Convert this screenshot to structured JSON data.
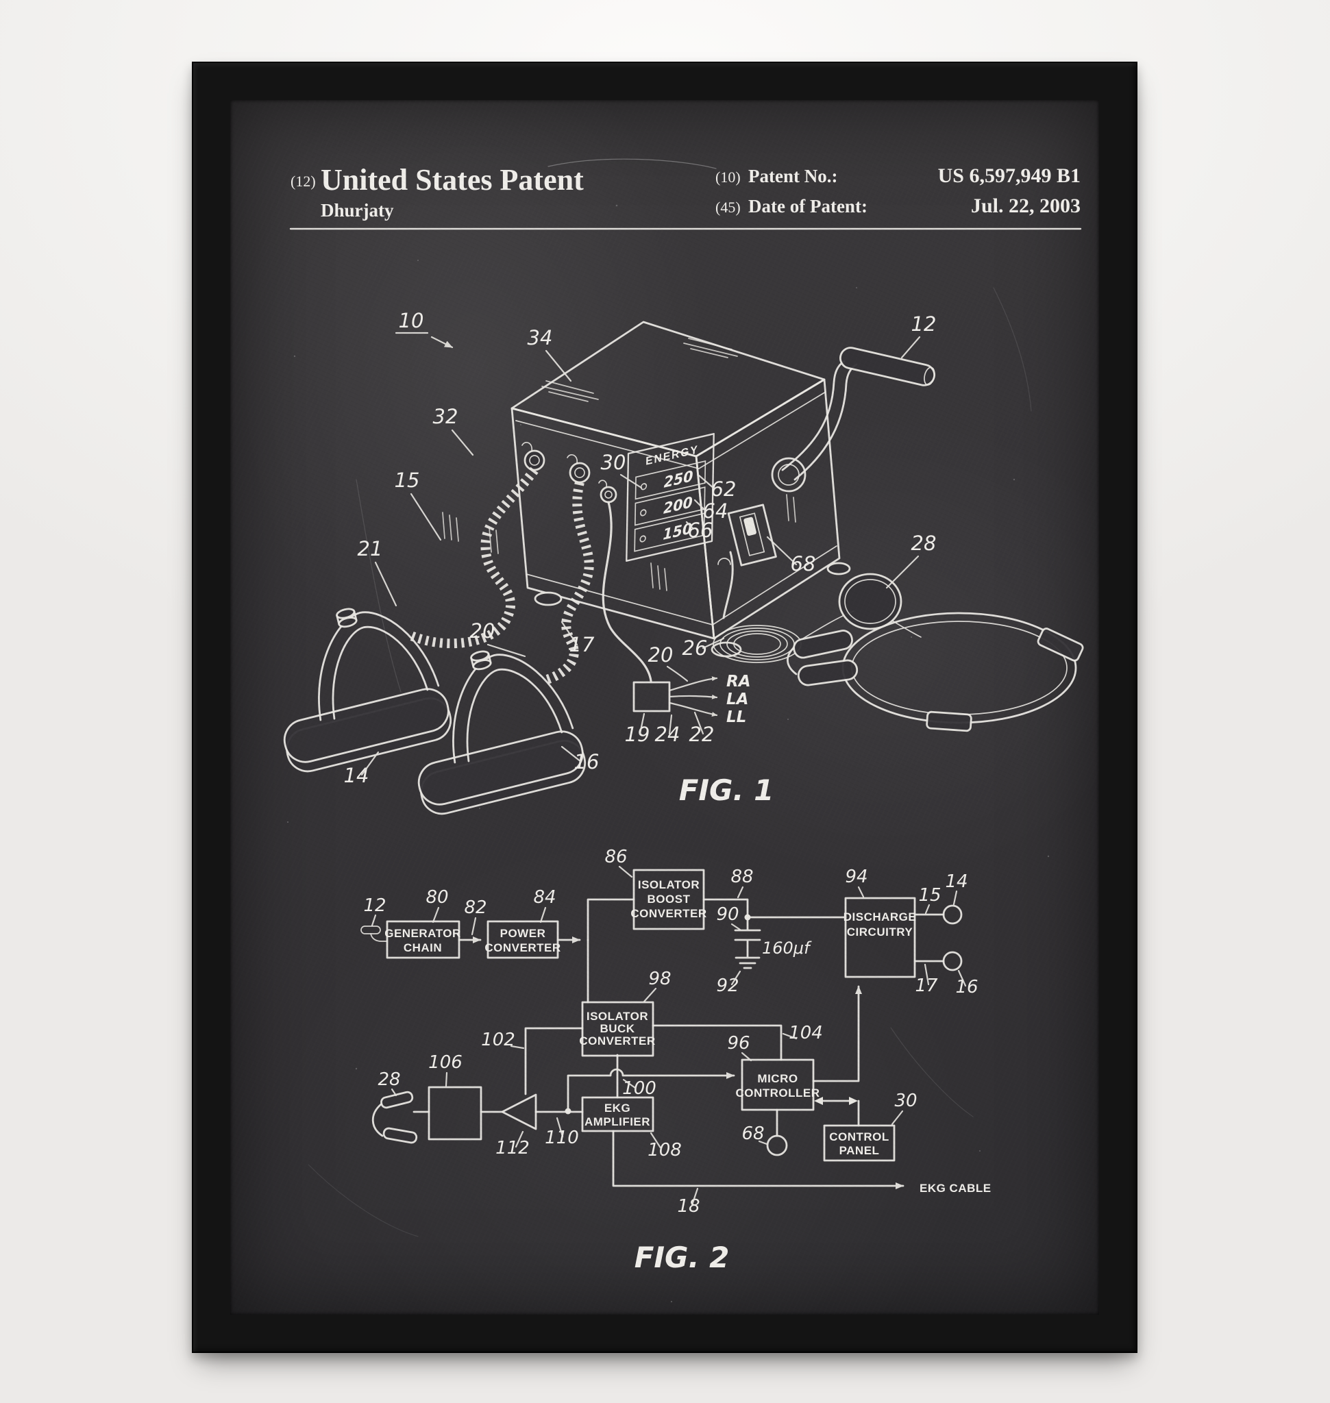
{
  "header": {
    "num_tag": "(12)",
    "title": "United States Patent",
    "inventor": "Dhurjaty",
    "patent_no_tag": "(10)",
    "patent_no_label": "Patent No.:",
    "patent_no_value": "US 6,597,949 B1",
    "date_tag": "(45)",
    "date_label": "Date of Patent:",
    "date_value": "Jul. 22, 2003"
  },
  "fig1": {
    "caption": "FIG. 1",
    "energy": {
      "title": "ENERGY",
      "levels": [
        "250",
        "200",
        "150"
      ]
    },
    "leads": [
      "RA",
      "LA",
      "LL"
    ],
    "refs": {
      "r10": "10",
      "r12": "12",
      "r14": "14",
      "r15": "15",
      "r16": "16",
      "r17": "17",
      "r19": "19",
      "r20a": "20",
      "r20b": "20",
      "r21": "21",
      "r22": "22",
      "r24": "24",
      "r26": "26",
      "r28": "28",
      "r30": "30",
      "r32": "32",
      "r34": "34",
      "r62": "62",
      "r64": "64",
      "r66": "66",
      "r68": "68"
    }
  },
  "fig2": {
    "caption": "FIG. 2",
    "blocks": {
      "generator": {
        "ref": "80",
        "lines": [
          "GENERATOR",
          "CHAIN"
        ]
      },
      "power": {
        "ref": "84",
        "lines": [
          "POWER",
          "CONVERTER"
        ]
      },
      "boost": {
        "ref": "86",
        "lines": [
          "ISOLATOR",
          "BOOST",
          "CONVERTER"
        ]
      },
      "discharge": {
        "ref": "94",
        "lines": [
          "DISCHARGE",
          "CIRCUITRY"
        ]
      },
      "buck": {
        "ref": "98",
        "lines": [
          "ISOLATOR",
          "BUCK",
          "CONVERTER"
        ]
      },
      "micro": {
        "ref": "96",
        "lines": [
          "MICRO",
          "CONTROLLER"
        ]
      },
      "ekg_amp": {
        "ref": "108",
        "lines": [
          "EKG",
          "AMPLIFIER"
        ]
      },
      "control": {
        "ref": "30",
        "lines": [
          "CONTROL",
          "PANEL"
        ]
      }
    },
    "capacitor_value": "160μf",
    "ekg_cable_label": "EKG CABLE",
    "refs": {
      "r12": "12",
      "r80": "80",
      "r82": "82",
      "r84": "84",
      "r86": "86",
      "r88": "88",
      "r90": "90",
      "r92": "92",
      "r94": "94",
      "r96": "96",
      "r98": "98",
      "r100": "100",
      "r102": "102",
      "r104": "104",
      "r106": "106",
      "r108": "108",
      "r110": "110",
      "r112": "112",
      "r14": "14",
      "r15": "15",
      "r16": "16",
      "r17": "17",
      "r18": "18",
      "r28": "28",
      "r30": "30",
      "r68": "68"
    }
  },
  "colors": {
    "wall": "#f2f1ef",
    "frame": "#141414",
    "poster": "#363437",
    "chalk": "#e8e6e1"
  }
}
